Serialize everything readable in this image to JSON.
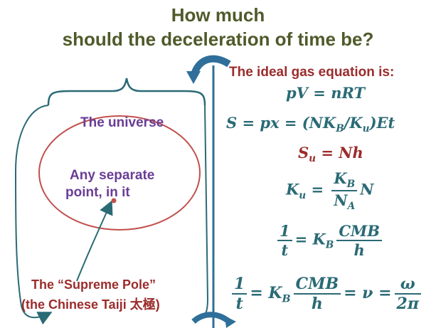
{
  "title_line1": "How much",
  "title_line2": "should the deceleration of time be?",
  "diagram": {
    "universe_label": "The universe",
    "point_label_line1": "Any separate",
    "point_label_line2": "point, in it",
    "pole_label_line1": "The “Supreme Pole”",
    "pole_label_line2": "(the Chinese Taiji 太極)"
  },
  "equations": {
    "header": "The ideal gas equation is:",
    "eq1": "pV = nRT",
    "eq2": "S = px = (NK",
    "eq2_sub1": "B",
    "eq2_mid": "/K",
    "eq2_sub2": "u",
    "eq2_end": ")Et",
    "eq3_s": "S",
    "eq3_sub": "u",
    "eq3_rest": " = Nh",
    "eq4_k": "K",
    "eq4_ksub": "u",
    "eq4_eq": " = ",
    "eq4_num": "K",
    "eq4_numsub": "B",
    "eq4_den": "N",
    "eq4_densub": "A",
    "eq4_tail": "N",
    "eq5_num": "1",
    "eq5_den": "t",
    "eq5_k": "= K",
    "eq5_ksub": "B",
    "eq5_fnum": "CMB",
    "eq5_fden": "h",
    "eq6_num": "1",
    "eq6_den": "t",
    "eq6_k": "= K",
    "eq6_ksub": "B",
    "eq6_fnum": "CMB",
    "eq6_fden": "h",
    "eq6_nu": "= ν =",
    "eq6_wnum": "ω",
    "eq6_wden": "2π"
  },
  "colors": {
    "title": "#4f5a2a",
    "purple": "#6a3d96",
    "red": "#9b2c2c",
    "teal": "#2a6a75",
    "arrow": "#2f6f9a"
  }
}
